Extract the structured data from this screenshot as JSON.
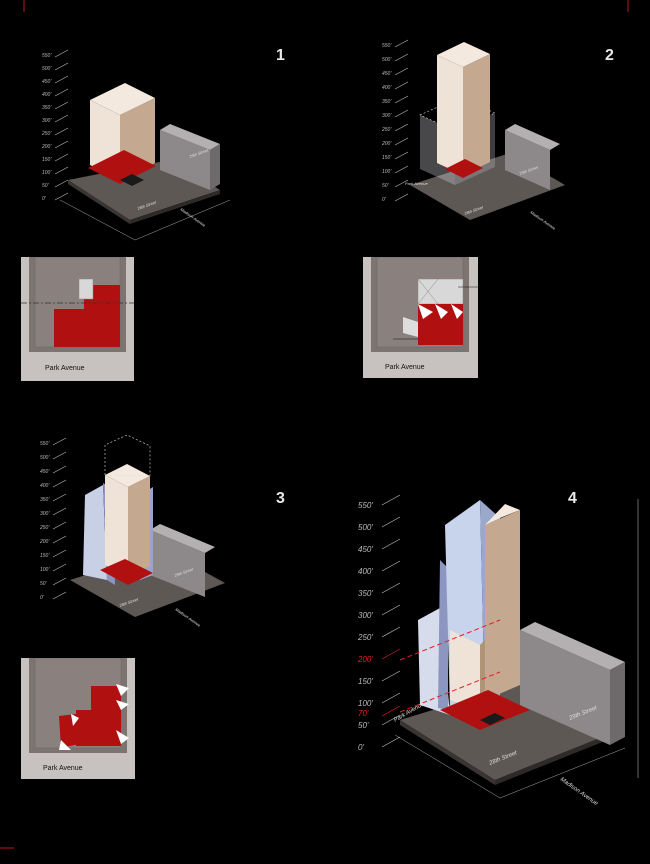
{
  "panels": [
    {
      "number": "1"
    },
    {
      "number": "2"
    },
    {
      "number": "3"
    },
    {
      "number": "4"
    }
  ],
  "height_scale_small": [
    "550'",
    "500'",
    "450'",
    "400'",
    "350'",
    "300'",
    "250'",
    "200'",
    "150'",
    "100'",
    "50'",
    "0'"
  ],
  "height_scale_large": [
    "550'",
    "500'",
    "450'",
    "400'",
    "350'",
    "300'",
    "250'",
    "200'",
    "150'",
    "100'",
    "70'",
    "50'",
    "0'"
  ],
  "highlight_heights": [
    "200'",
    "70'"
  ],
  "streets": {
    "street_28": "28th Street",
    "street_29": "29th Street",
    "madison": "Madison Avenue",
    "park": "Park Avenue"
  },
  "plans": [
    {
      "label": "Park Avenue"
    },
    {
      "label": "Park Avenue"
    },
    {
      "label": "Park Avenue"
    }
  ],
  "colors": {
    "background": "#000000",
    "tower": "#cfb8a6",
    "base_red": "#b01010",
    "neighbor": "#9a9698",
    "highlight": "#e02020"
  }
}
